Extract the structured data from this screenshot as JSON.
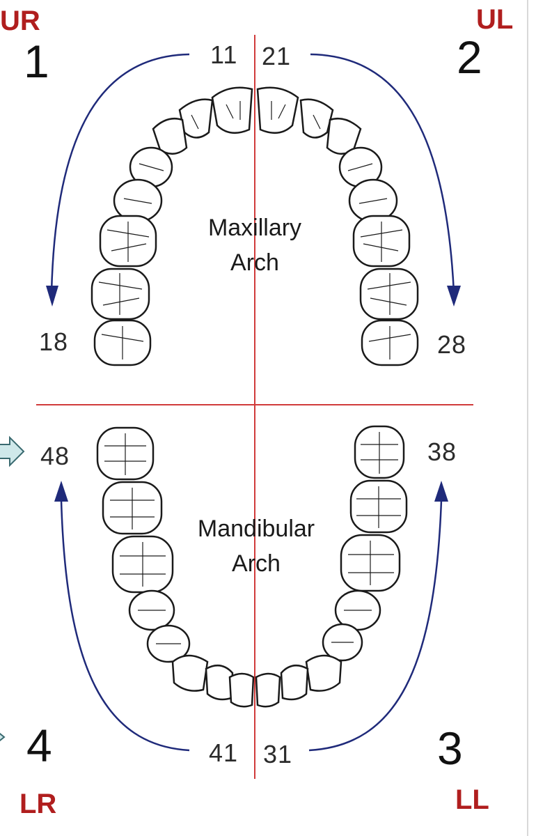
{
  "colors": {
    "quadrant_code": "#b01e1e",
    "midline": "#d03a3a",
    "arrow": "#1f2a7a",
    "tooth_outline": "#1a1a1a",
    "side_arrow_fill": "#cfe8ea"
  },
  "quadrants": {
    "upper_right": {
      "code": "UR",
      "number": "1",
      "start_tooth": "11",
      "end_tooth": "18"
    },
    "upper_left": {
      "code": "UL",
      "number": "2",
      "start_tooth": "21",
      "end_tooth": "28"
    },
    "lower_left": {
      "code": "LL",
      "number": "3",
      "start_tooth": "31",
      "end_tooth": "38"
    },
    "lower_right": {
      "code": "LR",
      "number": "4",
      "start_tooth": "41",
      "end_tooth": "48"
    }
  },
  "arches": {
    "maxillary": {
      "line1": "Maxillary",
      "line2": "Arch"
    },
    "mandibular": {
      "line1": "Mandibular",
      "line2": "Arch"
    }
  },
  "icons": [
    "left-side-arrow-icon",
    "lower-side-arrow-icon"
  ]
}
